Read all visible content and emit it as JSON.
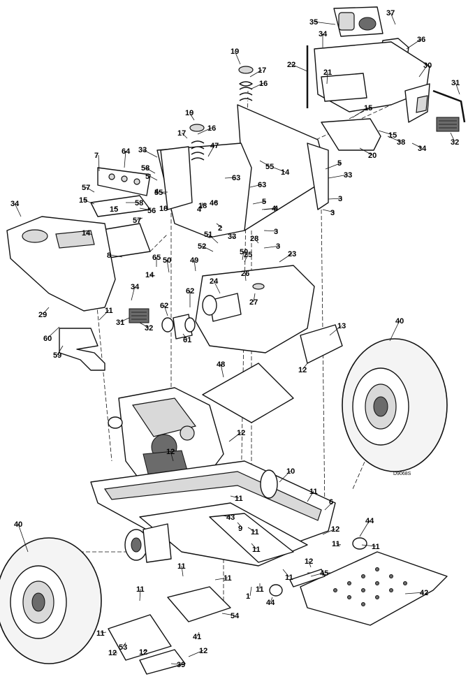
{
  "drawing_id": "D9068S",
  "callouts": [
    "35",
    "37",
    "34",
    "36",
    "19",
    "17",
    "16",
    "22",
    "21",
    "30",
    "31",
    "15",
    "15",
    "38",
    "34",
    "32",
    "20",
    "19",
    "17",
    "16",
    "47",
    "33",
    "64",
    "7",
    "58",
    "5",
    "4",
    "18",
    "4",
    "55",
    "14",
    "5",
    "33",
    "63",
    "63",
    "57",
    "15",
    "15",
    "55",
    "56",
    "58",
    "57",
    "4",
    "18",
    "46",
    "3",
    "3",
    "5",
    "4",
    "34",
    "14",
    "2",
    "3",
    "33",
    "28",
    "3",
    "8",
    "51",
    "52",
    "50",
    "25",
    "23",
    "65",
    "49",
    "14",
    "50",
    "26",
    "24",
    "27",
    "29",
    "34",
    "11",
    "31",
    "62",
    "32",
    "62",
    "61",
    "60",
    "59",
    "13",
    "12",
    "40",
    "48",
    "12",
    "10",
    "12",
    "11",
    "6",
    "11",
    "43",
    "9",
    "11",
    "11",
    "12",
    "44",
    "40",
    "11",
    "45",
    "11",
    "12",
    "11",
    "1",
    "44",
    "42",
    "11",
    "11",
    "11",
    "11",
    "54",
    "11",
    "53",
    "12",
    "12",
    "41",
    "12",
    "39"
  ]
}
